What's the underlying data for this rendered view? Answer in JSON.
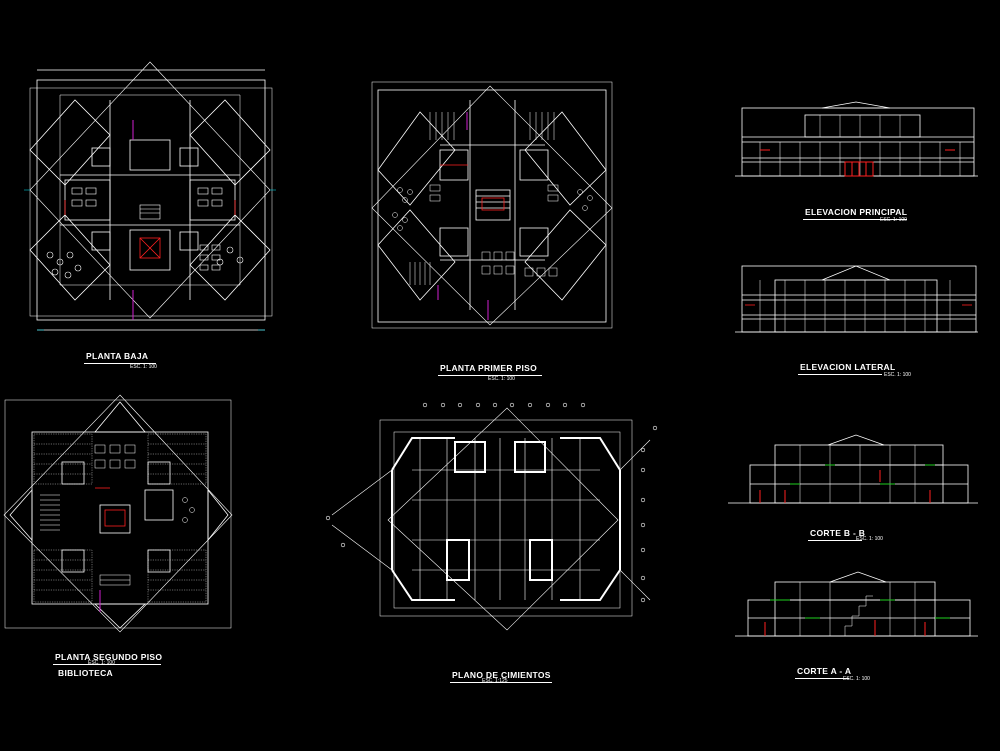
{
  "drawings": {
    "planta_baja": {
      "title": "PLANTA BAJA",
      "scale": "ESC. 1: 100"
    },
    "planta_primer_piso": {
      "title": "PLANTA PRIMER PISO",
      "scale": "ESC. 1: 100"
    },
    "elevacion_principal": {
      "title": "ELEVACION PRINCIPAL",
      "scale": "ESC. 1: 100"
    },
    "elevacion_lateral": {
      "title": "ELEVACION LATERAL",
      "scale": "ESC. 1: 100"
    },
    "planta_segundo_piso": {
      "title": "PLANTA SEGUNDO PISO",
      "scale": "ESC. 1: 100",
      "subtitle": "BIBLIOTECA"
    },
    "plano_cimientos": {
      "title": "PLANO DE CIMIENTOS",
      "scale": "ESC. 1:125"
    },
    "corte_bb": {
      "title": "CORTE B - B",
      "scale": "ESC. 1: 100"
    },
    "corte_aa": {
      "title": "CORTE A - A",
      "scale": "ESC. 1: 100"
    }
  },
  "colors": {
    "background": "#000000",
    "linework": "#ffffff",
    "accent_red": "#ff2020",
    "accent_magenta": "#d020d0",
    "accent_cyan": "#00c8d8",
    "accent_green": "#20d020"
  }
}
